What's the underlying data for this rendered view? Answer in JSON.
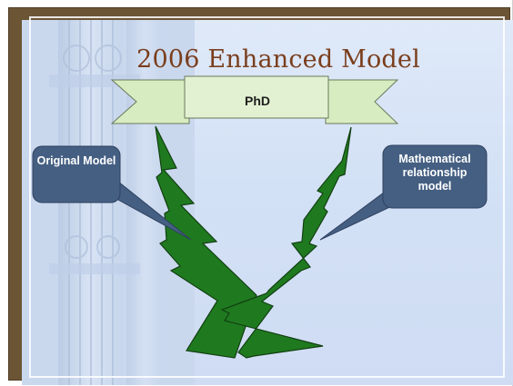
{
  "slide": {
    "title": "2006 Enhanced Model",
    "banner_label": "PhD",
    "callouts": [
      {
        "id": "left",
        "text": "Original Model"
      },
      {
        "id": "right",
        "text": "Mathematical relationship model"
      }
    ]
  },
  "colors": {
    "background": "#d6e3f7",
    "frame": "#6b5535",
    "title": "#7a3e1d",
    "banner_fill": "#d9edc4",
    "tree_fill": "#1f7a1f",
    "callout_fill": "#455f82"
  }
}
